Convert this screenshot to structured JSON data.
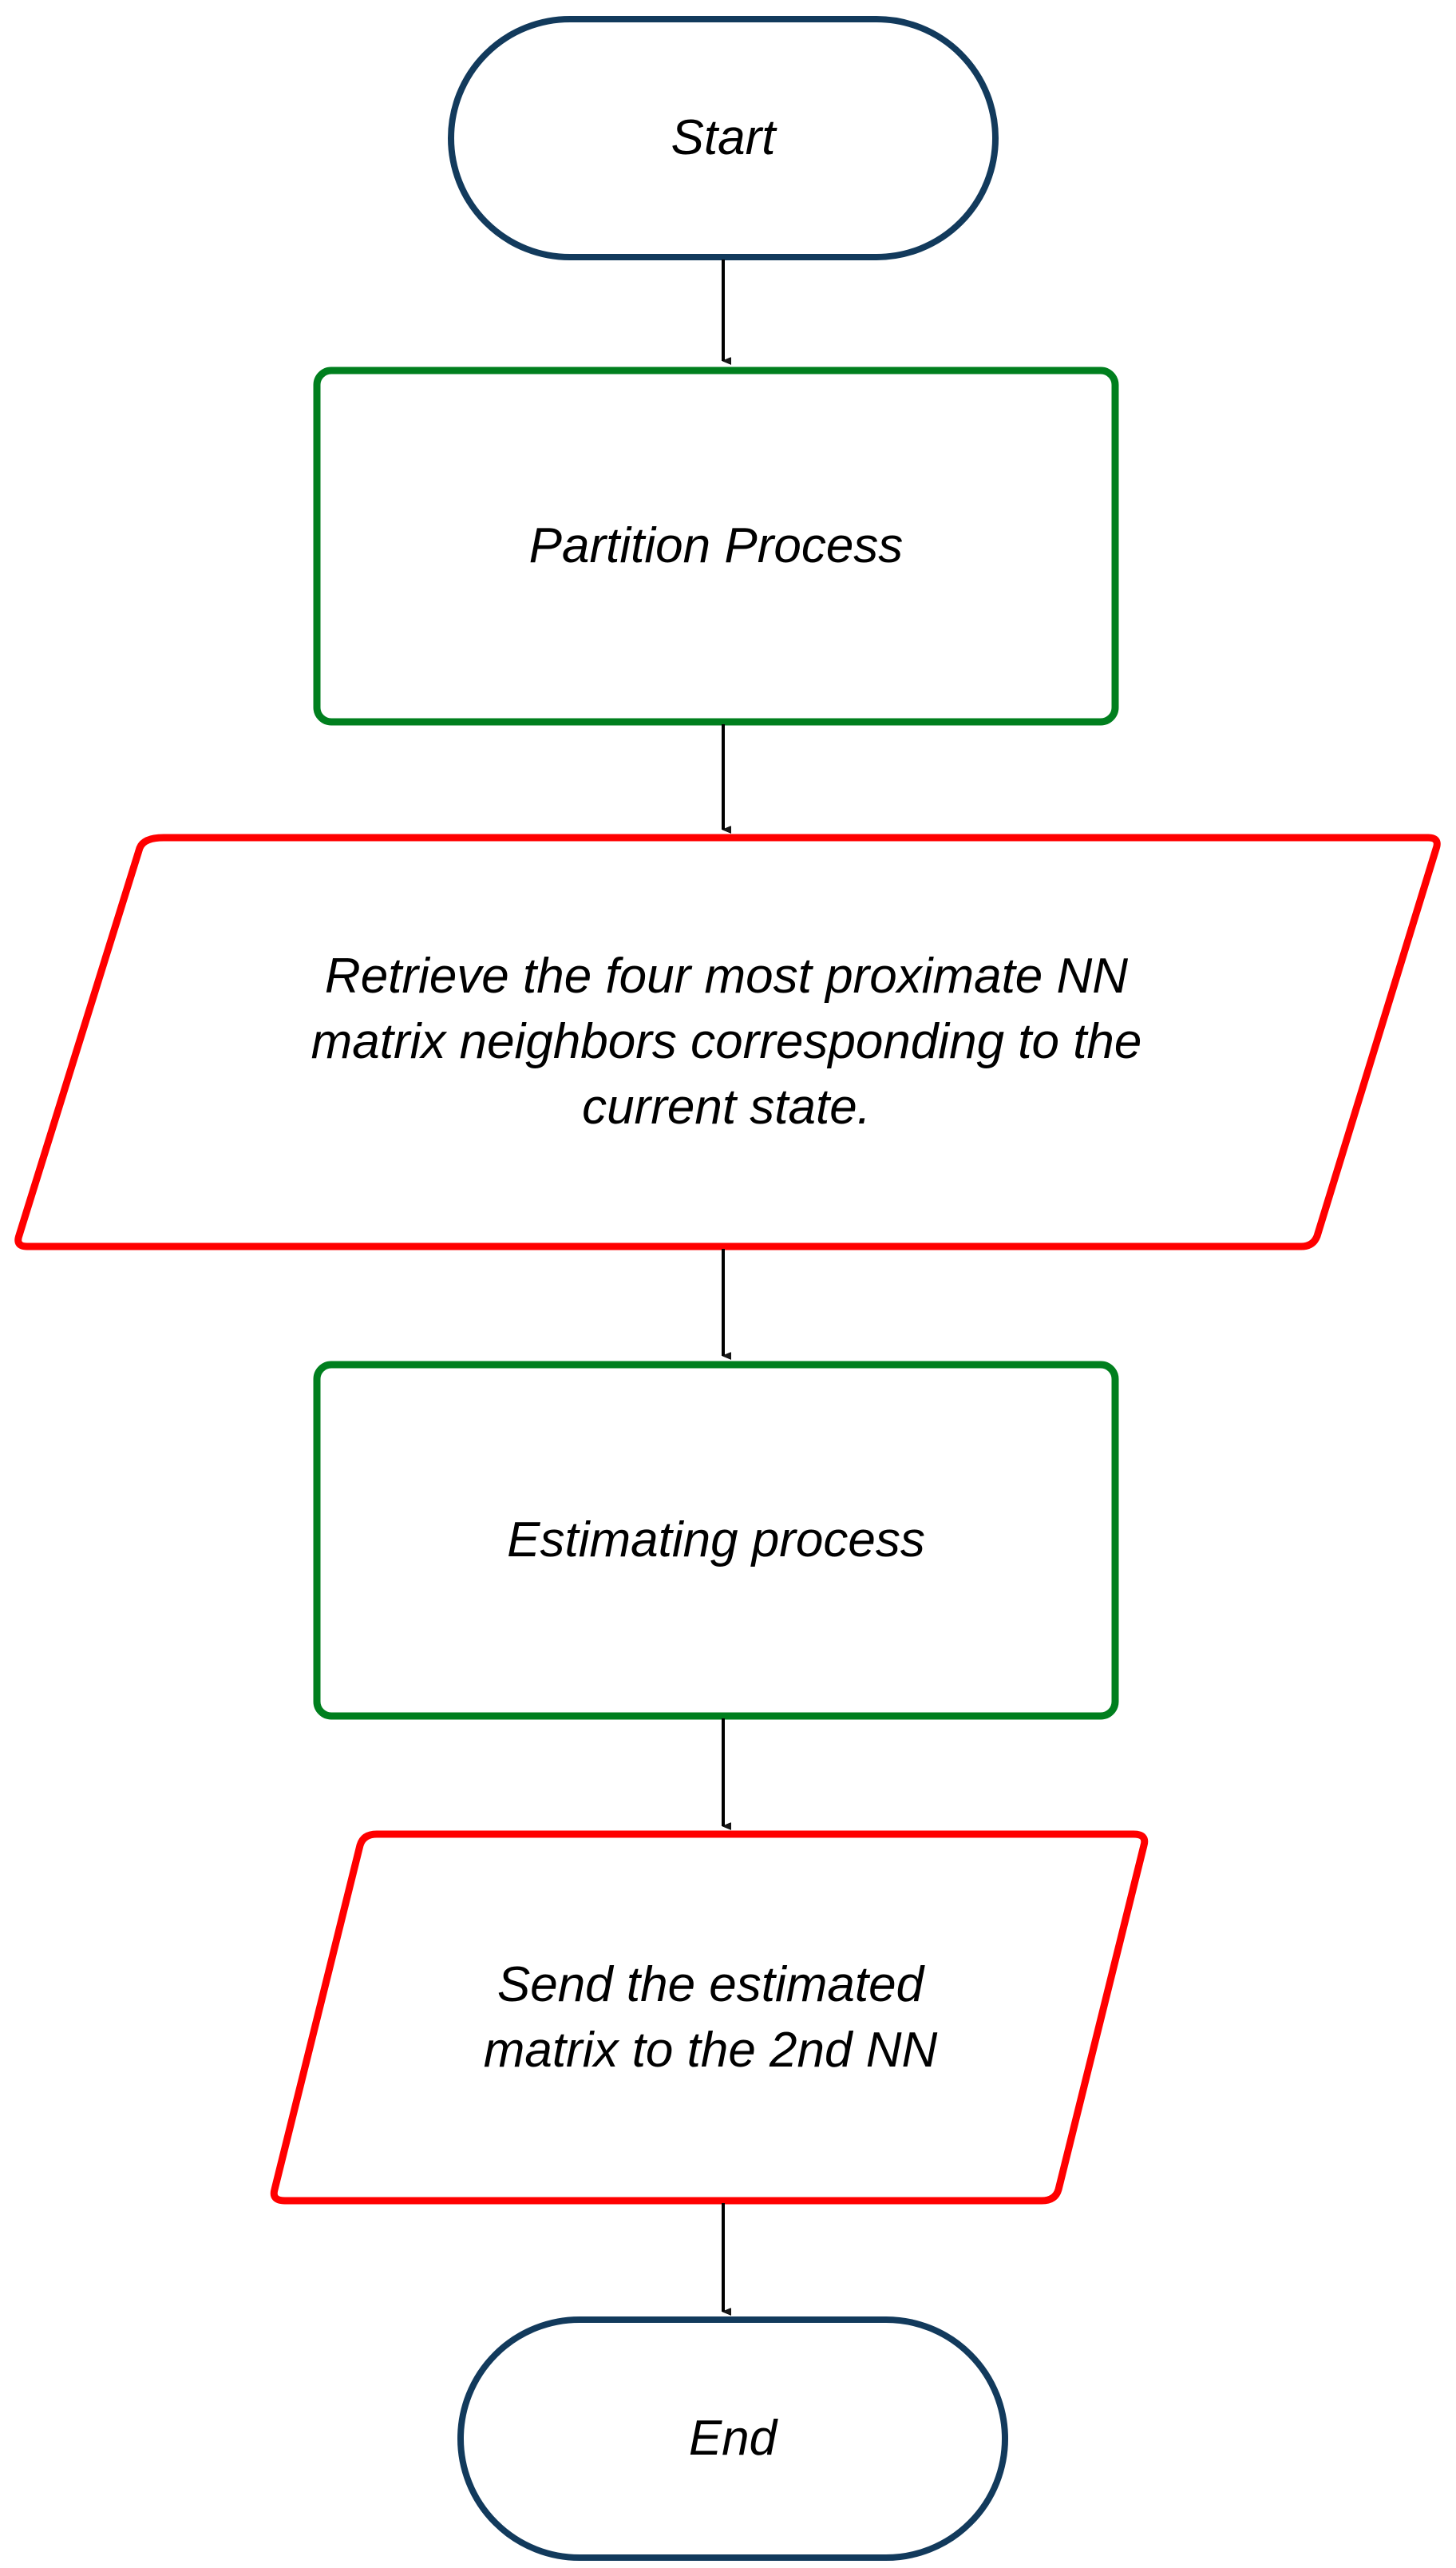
{
  "diagram": {
    "title": "NN matrix estimation flowchart",
    "orientation": "top-to-bottom",
    "background": "#ffffff",
    "colors": {
      "terminal_stroke": "#123A5C",
      "process_stroke": "#007F1E",
      "io_stroke": "#FF0000",
      "connector_stroke": "#000000",
      "text": "#000000",
      "fill": "#ffffff"
    },
    "nodes": [
      {
        "id": "start",
        "shape": "stadium",
        "role": "terminal",
        "label": "Start",
        "stroke": "#123A5C"
      },
      {
        "id": "partition",
        "shape": "rounded-rectangle",
        "role": "process",
        "label": "Partition Process",
        "stroke": "#007F1E"
      },
      {
        "id": "retrieve",
        "shape": "parallelogram",
        "role": "input-output",
        "label": "Retrieve the four most proximate NN\nmatrix neighbors corresponding to the\ncurrent state.",
        "stroke": "#FF0000"
      },
      {
        "id": "estimating",
        "shape": "rounded-rectangle",
        "role": "process",
        "label": "Estimating process",
        "stroke": "#007F1E"
      },
      {
        "id": "send",
        "shape": "parallelogram",
        "role": "input-output",
        "label": "Send the estimated\nmatrix to the 2nd NN",
        "stroke": "#FF0000"
      },
      {
        "id": "end",
        "shape": "stadium",
        "role": "terminal",
        "label": "End",
        "stroke": "#123A5C"
      }
    ],
    "edges": [
      {
        "id": "e1",
        "from": "start",
        "to": "partition",
        "label": "",
        "arrow": "filled-triangle"
      },
      {
        "id": "e2",
        "from": "partition",
        "to": "retrieve",
        "label": "",
        "arrow": "filled-triangle"
      },
      {
        "id": "e3",
        "from": "retrieve",
        "to": "estimating",
        "label": "",
        "arrow": "filled-triangle"
      },
      {
        "id": "e4",
        "from": "estimating",
        "to": "send",
        "label": "",
        "arrow": "filled-triangle"
      },
      {
        "id": "e5",
        "from": "send",
        "to": "end",
        "label": "",
        "arrow": "filled-triangle"
      }
    ]
  }
}
